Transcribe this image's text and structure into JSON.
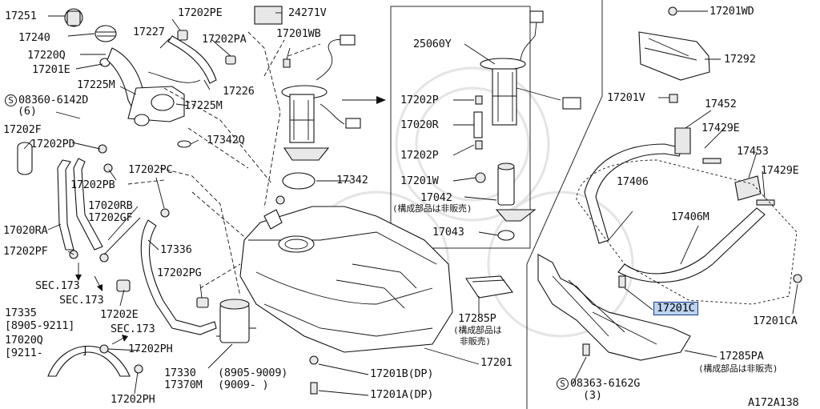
{
  "diagram_code": "A172A138",
  "highlighted_part": "17201C",
  "labels": {
    "p17251": "17251",
    "p17240": "17240",
    "p17220Q": "17220Q",
    "p17201E": "17201E",
    "p17225M_a": "17225M",
    "p08360_a": "08360-6142D",
    "p08360_b": "(6)",
    "p17202F": "17202F",
    "p17202PD": "17202PD",
    "p17020RA": "17020RA",
    "p17202PF": "17202PF",
    "sec173_a": "SEC.173",
    "sec173_b": "SEC.173",
    "sec173_c": "SEC.173",
    "p17335": "17335",
    "p17335_r": "[8905-9211]",
    "p17020Q": "17020Q",
    "p17020Q_r": "[9211-",
    "p17020Q_br": "]",
    "p17202PE": "17202PE",
    "p24271V": "24271V",
    "p17227": "17227",
    "p17202PA": "17202PA",
    "p17226": "17226",
    "p17225M_b": "17225M",
    "p17342Q": "17342Q",
    "p17202PC": "17202PC",
    "p17202PB": "17202PB",
    "p17020RB": "17020RB",
    "p17202GF": "17202GF",
    "p17336": "17336",
    "p17202PG": "17202PG",
    "p17202E": "17202E",
    "p17202PH_a": "17202PH",
    "p17202PH_b": "17202PH",
    "p17330": "17330",
    "p17330_r": "(8905-9009)",
    "p17370M": "17370M",
    "p17370M_r": "(9009-   )",
    "p17201WB": "17201WB",
    "p17342": "17342",
    "p17201B": "17201B(DP)",
    "p17201A": "17201A(DP)",
    "p17201": "17201",
    "p17285P": "17285P",
    "p17285P_n1": "(構成部品は",
    "p17285P_n2": "非販売)",
    "p25060Y": "25060Y",
    "p17202P_a": "17202P",
    "p17020R": "17020R",
    "p17202P_b": "17202P",
    "p17201W": "17201W",
    "p17042": "17042",
    "p17042_n": "(構成部品は非販売)",
    "p17043": "17043",
    "p17201WD": "17201WD",
    "p17292": "17292",
    "p17201V": "17201V",
    "p17452": "17452",
    "p17429E_a": "17429E",
    "p17453": "17453",
    "p17429E_b": "17429E",
    "p17406": "17406",
    "p17406M": "17406M",
    "p17201C": "17201C",
    "p17201CA": "17201CA",
    "p17285PA": "17285PA",
    "p17285PA_n": "(構成部品は非販売)",
    "p08363_a": "08363-6162G",
    "p08363_b": "(3)",
    "s_symbol": "S"
  }
}
